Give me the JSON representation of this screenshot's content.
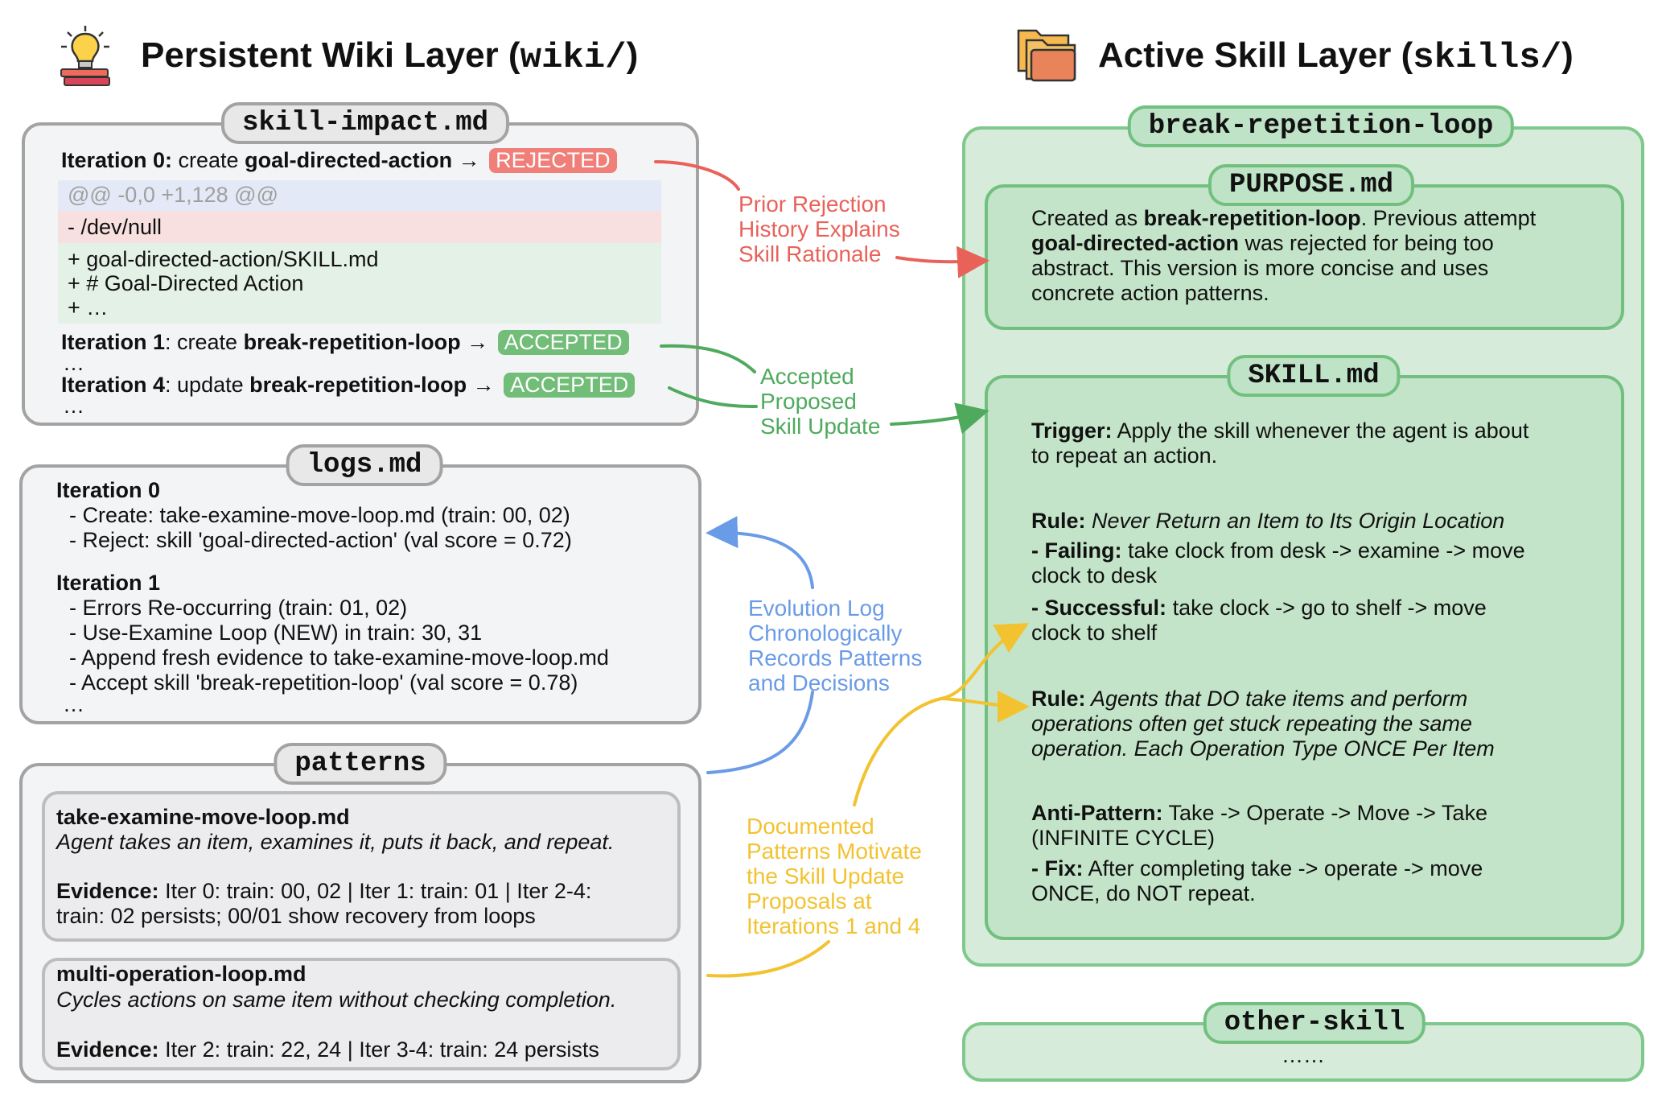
{
  "colors": {
    "red": "#e8625a",
    "green": "#4faa5d",
    "blue": "#6a9be6",
    "yellow": "#f2c230"
  },
  "wiki_header": {
    "title": "Persistent Wiki Layer (",
    "code": "wiki/",
    "close": ")",
    "icon": "lightbulb-books-icon"
  },
  "skill_header": {
    "title": "Active Skill Layer (",
    "code": "skills/",
    "close": ")",
    "icon": "folders-icon"
  },
  "impact": {
    "title": "skill-impact.md",
    "it0": {
      "label": "Iteration 0:",
      "action": " create ",
      "skill": "goal-directed-action",
      "arrow": " →",
      "status": "REJECTED"
    },
    "diff_header": "@@ -0,0 +1,128 @@",
    "diff_removed": "- /dev/null",
    "diff_added": [
      "+ goal-directed-action/SKILL.md",
      "+ # Goal-Directed Action",
      "+ …"
    ],
    "it1": {
      "label": "Iteration 1",
      "action": ": create ",
      "skill": "break-repetition-loop",
      "arrow": " →",
      "status": "ACCEPTED"
    },
    "ellipsis1": "…",
    "it4": {
      "label": "Iteration 4",
      "action": ": update ",
      "skill": "break-repetition-loop",
      "arrow": " →",
      "status": "ACCEPTED"
    },
    "ellipsis2": "…"
  },
  "logs": {
    "title": "logs.md",
    "it0_title": "Iteration 0",
    "it0_items": [
      "- Create: take-examine-move-loop.md (train: 00, 02)",
      "- Reject: skill 'goal-directed-action' (val score = 0.72)"
    ],
    "it1_title": "Iteration 1",
    "it1_items": [
      "- Errors Re-occurring (train: 01, 02)",
      "- Use-Examine Loop (NEW) in train: 30, 31",
      "- Append fresh evidence to take-examine-move-loop.md",
      "- Accept skill 'break-repetition-loop' (val score = 0.78)"
    ],
    "ellipsis": "…"
  },
  "patterns": {
    "title": "patterns",
    "p1": {
      "name": "take-examine-move-loop.md",
      "desc": "Agent takes an item, examines it, puts it back, and repeat.",
      "evidence_label": "Evidence:",
      "evidence_line1": " Iter 0: train: 00, 02 | Iter 1: train: 01 | Iter 2-4:",
      "evidence_line2": "train: 02 persists; 00/01 show recovery from loops"
    },
    "p2": {
      "name": "multi-operation-loop.md",
      "desc": "Cycles actions on same item without checking completion.",
      "evidence_label": "Evidence:",
      "evidence_line1": " Iter 2: train: 22, 24 | Iter 3-4: train: 24 persists"
    }
  },
  "notes": {
    "rejection": [
      "Prior Rejection",
      "History Explains",
      "Skill Rationale"
    ],
    "accepted": [
      "Accepted",
      "Proposed",
      "Skill Update"
    ],
    "evolution": [
      "Evolution Log",
      "Chronologically",
      "Records Patterns",
      "and Decisions"
    ],
    "documented": [
      "Documented",
      "Patterns Motivate",
      "the Skill Update",
      "Proposals at",
      "Iterations 1 and 4"
    ]
  },
  "skill": {
    "title": "break-repetition-loop",
    "purpose": {
      "title": "PURPOSE.md",
      "l1a": "Created as ",
      "l1b": "break-repetition-loop",
      "l1c": ". Previous attempt",
      "l2a": "goal-directed-action",
      "l2b": " was rejected for being too",
      "l3": "abstract. This version is more concise and uses",
      "l4": "concrete action patterns."
    },
    "skillmd": {
      "title": "SKILL.md",
      "trigger_label": "Trigger:",
      "trigger_l1": " Apply the skill whenever the agent is about",
      "trigger_l2": "to repeat an action.",
      "rule1_label": "Rule:",
      "rule1_text": " Never Return an Item to Its Origin Location",
      "fail_label": " - Failing:",
      "fail_l1": " take clock from desk -> examine -> move",
      "fail_l2": "clock to desk",
      "succ_label": " - Successful:",
      "succ_l1": " take clock -> go to shelf -> move",
      "succ_l2": "clock to shelf",
      "rule2_label": "Rule:",
      "rule2_l1": " Agents that DO take items and perform",
      "rule2_l2": "operations often get stuck repeating the same",
      "rule2_l3": "operation. Each Operation Type ONCE Per Item",
      "anti_label": "Anti-Pattern:",
      "anti_l1": " Take -> Operate -> Move -> Take",
      "anti_l2": "(INFINITE CYCLE)",
      "fix_label": " - Fix:",
      "fix_l1": " After completing take -> operate -> move",
      "fix_l2": "ONCE, do NOT repeat."
    }
  },
  "other": {
    "title": "other-skill",
    "ellipsis": "……"
  }
}
